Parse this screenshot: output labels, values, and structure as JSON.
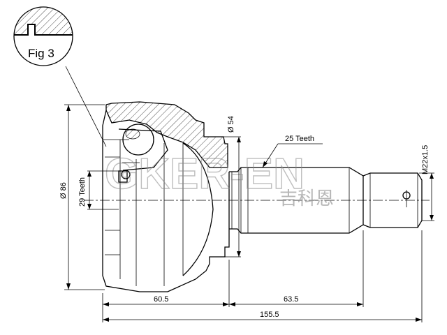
{
  "figure": {
    "label": "Fig 3"
  },
  "dimensions": {
    "overall_diameter": "Ø 86",
    "inner_teeth": "29 Teeth",
    "seal_diameter": "Ø 54",
    "outer_teeth": "25 Teeth",
    "thread": "M22x1.5",
    "bell_length": "60.5",
    "shaft_length": "63.5",
    "total_length": "155.5"
  },
  "watermark": {
    "text": "GKER-EN",
    "chinese": "吉科恩"
  }
}
